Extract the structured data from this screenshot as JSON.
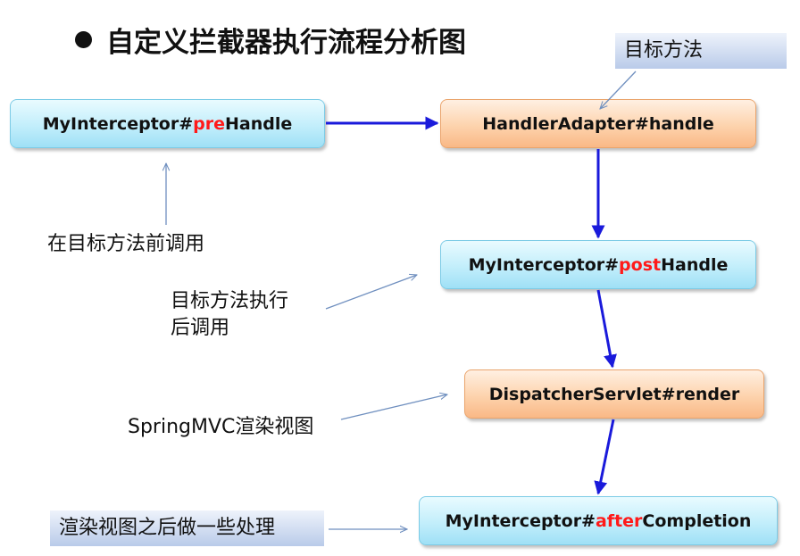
{
  "title": "自定义拦截器执行流程分析图",
  "boxes": {
    "prehandle": {
      "prefix": "MyInterceptor#",
      "highlight": "pre",
      "suffix": "Handle"
    },
    "adapter": {
      "text": "HandlerAdapter#handle"
    },
    "posthandle": {
      "prefix": "MyInterceptor#",
      "highlight": "post",
      "suffix": "Handle"
    },
    "render": {
      "text": "DispatcherServlet#render"
    },
    "after": {
      "prefix": "MyInterceptor#",
      "highlight": "after",
      "suffix": "Completion"
    }
  },
  "annotations": {
    "target_method": "目标方法",
    "before_target": "在目标方法前调用",
    "after_target_line1": "目标方法执行",
    "after_target_line2": "后调用",
    "render_view": "SpringMVC渲染视图",
    "after_render": "渲染视图之后做一些处理"
  },
  "colors": {
    "flow_arrow": "#1a1adb",
    "pointer_arrow": "#6f8fbf",
    "highlight_text": "#ff1a1a",
    "blue_box": "#c2eefb",
    "orange_box": "#fdd3ad"
  }
}
